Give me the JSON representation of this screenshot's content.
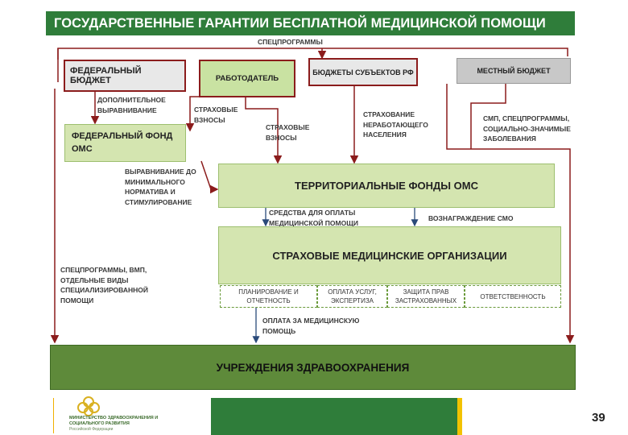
{
  "title": "ГОСУДАРСТВЕННЫЕ ГАРАНТИИ БЕСПЛАТНОЙ МЕДИЦИНСКОЙ ПОМОЩИ",
  "labels": {
    "specprogrammy_top": "СПЕЦПРОГРАММЫ",
    "additional_equalization": "ДОПОЛНИТЕЛЬНОЕ ВЫРАВНИВАНИЕ",
    "insurance_contributions_1": "СТРАХОВЫЕ ВЗНОСЫ",
    "insurance_contributions_2": "СТРАХОВЫЕ ВЗНОСЫ",
    "unemployed_insurance": "СТРАХОВАНИЕ НЕРАБОТАЮЩЕГО НАСЕЛЕНИЯ",
    "smp_programs": "СМП, СПЕЦПРОГРАММЫ, СОЦИАЛЬНО-ЗНАЧИМЫЕ ЗАБОЛЕВАНИЯ",
    "equalization_min": "ВЫРАВНИВАНИЕ ДО МИНИМАЛЬНОГО НОРМАТИВА И СТИМУЛИРОВАНИЕ",
    "funds_payment": "СРЕДСТВА ДЛЯ ОПЛАТЫ МЕДИЦИНСКОЙ ПОМОЩИ",
    "smo_reward": "ВОЗНАГРАЖДЕНИЕ СМО",
    "specprogrammy_vmp": "СПЕЦПРОГРАММЫ, ВМП, ОТДЕЛЬНЫЕ ВИДЫ СПЕЦИАЛИЗИРОВАННОЙ ПОМОЩИ",
    "payment_for_care": "ОПЛАТА ЗА МЕДИЦИНСКУЮ ПОМОЩЬ"
  },
  "boxes": {
    "federal_budget": "Федеральный бюджет",
    "employer": "РАБОТОДАТЕЛЬ",
    "regional_budgets": "Бюджеты субъектов РФ",
    "local_budget": "Местный бюджет",
    "federal_fund": "Федеральный фонд ОМС",
    "territorial_funds": "Территориальные фонды ОМС",
    "insurance_orgs": "Страховые медицинские организации",
    "healthcare": "Учреждения здравоохранения"
  },
  "functions": [
    "ПЛАНИРОВАНИЕ И ОТЧЕТНОСТЬ",
    "ОПЛАТА УСЛУГ, ЭКСПЕРТИЗА",
    "ЗАЩИТА ПРАВ ЗАСТРАХОВАННЫХ",
    "ОТВЕТСТВЕННОСТЬ"
  ],
  "footer": {
    "ministry": "МИНИСТЕРСТВО ЗДРАВООХРАНЕНИЯ И СОЦИАЛЬНОГО РАЗВИТИЯ",
    "ministry_sub": "Российской Федерации",
    "page_number": "39"
  },
  "colors": {
    "title_bg": "#2f7d3a",
    "arrow": "#8b1c1c",
    "box_green": "#d4e5b0",
    "footer_green": "#4a7d2c"
  }
}
